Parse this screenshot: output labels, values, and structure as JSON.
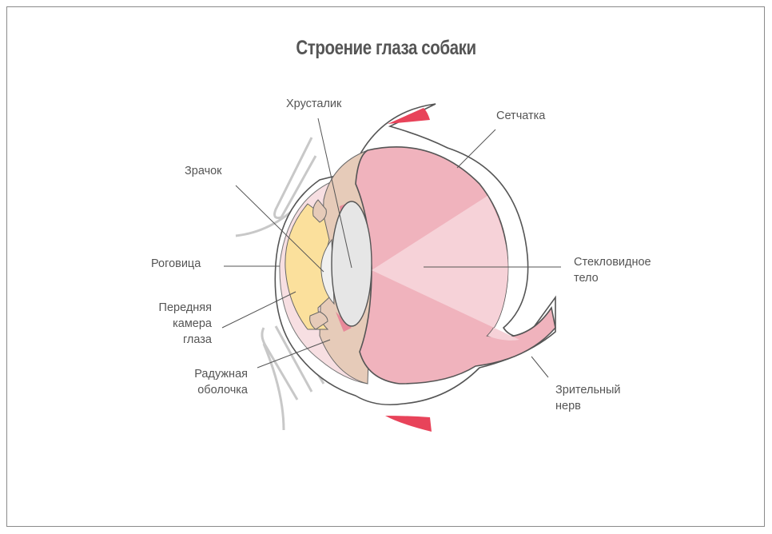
{
  "title": "Строение глаза собаки",
  "labels": {
    "lens": "Хрусталик",
    "retina": "Сетчатка",
    "pupil": "Зрачок",
    "cornea": "Роговица",
    "anterior_chamber": [
      "Передняя",
      "камера",
      "глаза"
    ],
    "iris": [
      "Радужная",
      "оболочка"
    ],
    "vitreous": [
      "Стекловидное",
      "тело"
    ],
    "optic_nerve": [
      "Зрительный",
      "нерв"
    ]
  },
  "colors": {
    "vitreous_dark": "#f0adb8",
    "vitreous_light": "#f6d2d8",
    "cornea": "#fbe09c",
    "lens": "#e6e6e6",
    "iris": "#e6cbb9",
    "eyelid_accent": "#e8435a"
  }
}
